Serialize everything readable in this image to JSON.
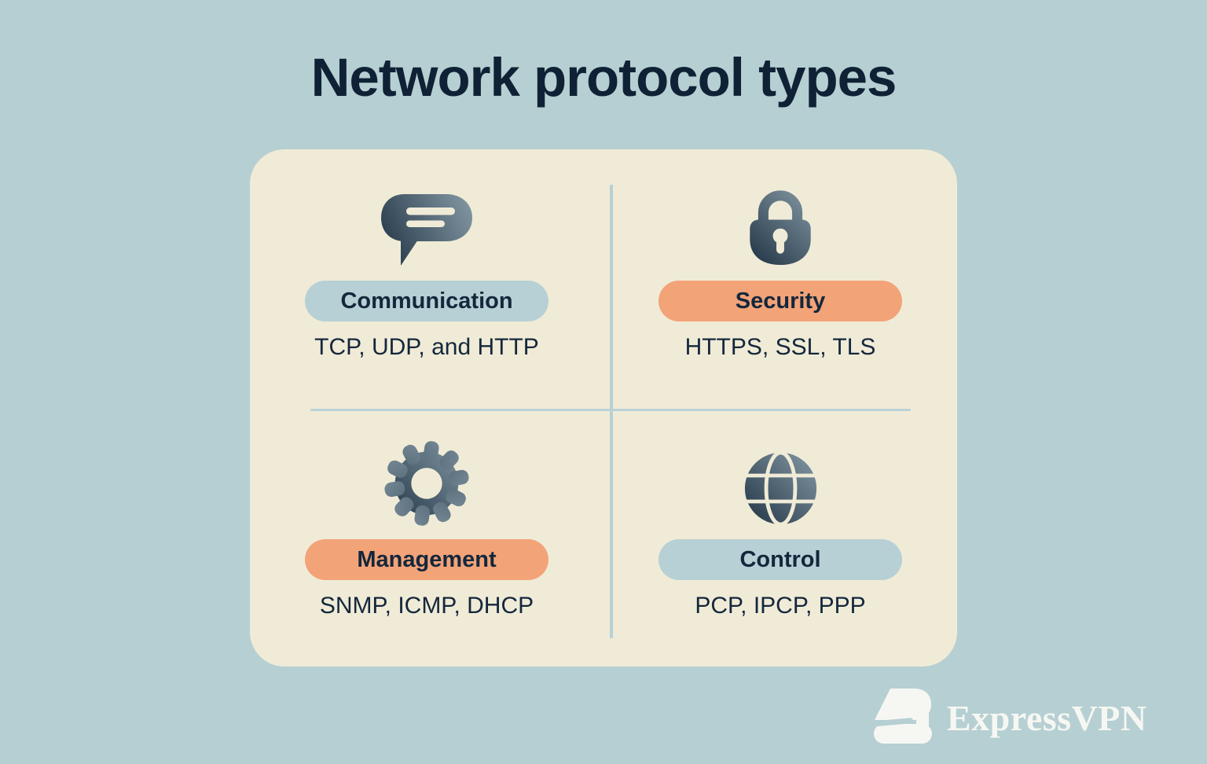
{
  "title": "Network protocol types",
  "card": {
    "quadrants": [
      {
        "name": "communication",
        "icon": "speech-bubble-icon",
        "label": "Communication",
        "protocols": "TCP, UDP, and HTTP",
        "pill_style": "blue"
      },
      {
        "name": "security",
        "icon": "padlock-icon",
        "label": "Security",
        "protocols": "HTTPS, SSL, TLS",
        "pill_style": "orange"
      },
      {
        "name": "management",
        "icon": "gear-icon",
        "label": "Management",
        "protocols": "SNMP, ICMP, DHCP",
        "pill_style": "orange"
      },
      {
        "name": "control",
        "icon": "globe-icon",
        "label": "Control",
        "protocols": "PCP, IPCP, PPP",
        "pill_style": "blue"
      }
    ]
  },
  "footer": {
    "brand_wordmark": "ExpressVPN",
    "logo_icon": "expressvpn-logo-icon"
  },
  "colors": {
    "page_background": "#b6cfd2",
    "card_background": "#f0ebd7",
    "text_navy": "#14273c",
    "pill_blue": "#b7d0d5",
    "pill_orange": "#f2a378",
    "divider": "#b7d1d6",
    "icon_gradient_dark": "#243748",
    "icon_gradient_light": "#8296a2",
    "logo_white": "#f6f7f3"
  }
}
